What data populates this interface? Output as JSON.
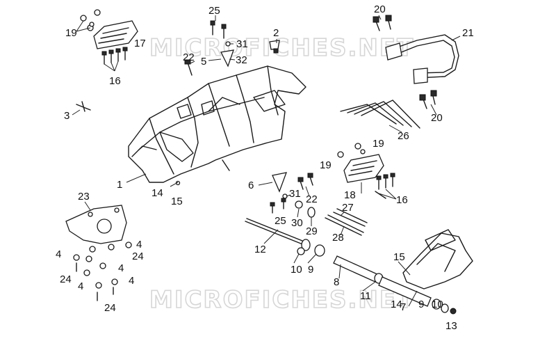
{
  "watermark": "MICROFICHES.NET",
  "callouts": [
    "1",
    "2",
    "3",
    "4",
    "5",
    "6",
    "7",
    "8",
    "9",
    "10",
    "11",
    "12",
    "13",
    "14",
    "15",
    "16",
    "17",
    "18",
    "19",
    "20",
    "21",
    "22",
    "23",
    "24",
    "25",
    "26",
    "27",
    "28",
    "29",
    "30",
    "31",
    "32"
  ],
  "colors": {
    "line": "#1a1a1a",
    "background": "#ffffff",
    "watermark": "#d6d6d6"
  }
}
